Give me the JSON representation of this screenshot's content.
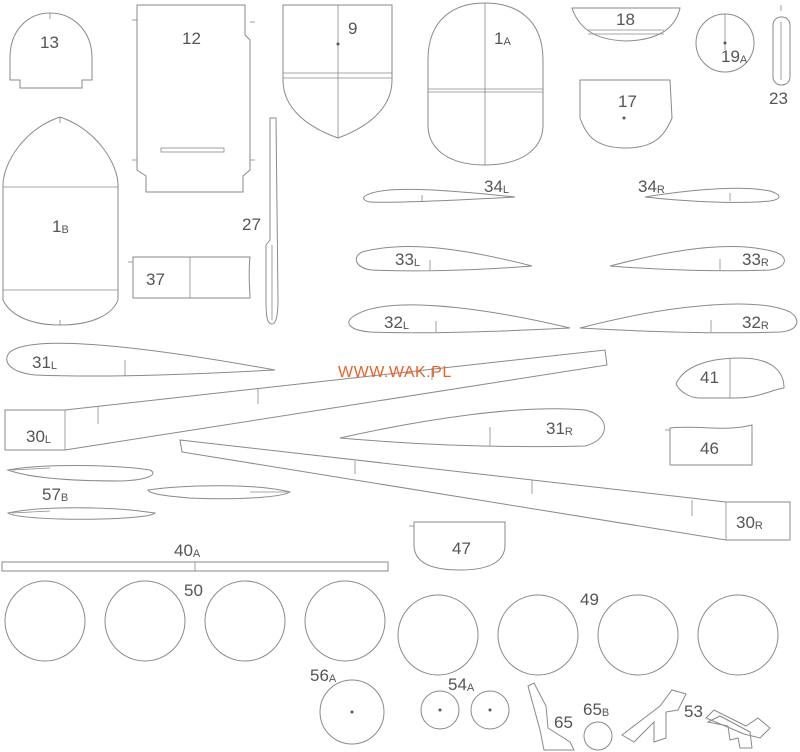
{
  "sheet": {
    "background": "#ffffff",
    "line_color": "#8a8a8a",
    "label_color": "#555555",
    "watermark_color": "#e8632a"
  },
  "watermark": "WWW.WAK.PL",
  "labels": {
    "p13": {
      "num": "13",
      "sub": ""
    },
    "p12": {
      "num": "12",
      "sub": ""
    },
    "p9": {
      "num": "9",
      "sub": ""
    },
    "p1a": {
      "num": "1",
      "sub": "A"
    },
    "p18": {
      "num": "18",
      "sub": ""
    },
    "p19a": {
      "num": "19",
      "sub": "A"
    },
    "p23": {
      "num": "23",
      "sub": ""
    },
    "p17": {
      "num": "17",
      "sub": ""
    },
    "p1b": {
      "num": "1",
      "sub": "B"
    },
    "p27": {
      "num": "27",
      "sub": ""
    },
    "p37": {
      "num": "37",
      "sub": ""
    },
    "p34l": {
      "num": "34",
      "sub": "L"
    },
    "p34r": {
      "num": "34",
      "sub": "R"
    },
    "p33l": {
      "num": "33",
      "sub": "L"
    },
    "p33r": {
      "num": "33",
      "sub": "R"
    },
    "p32l": {
      "num": "32",
      "sub": "L"
    },
    "p32r": {
      "num": "32",
      "sub": "R"
    },
    "p31l": {
      "num": "31",
      "sub": "L"
    },
    "p31r": {
      "num": "31",
      "sub": "R"
    },
    "p30l": {
      "num": "30",
      "sub": "L"
    },
    "p30r": {
      "num": "30",
      "sub": "R"
    },
    "p41": {
      "num": "41",
      "sub": ""
    },
    "p46": {
      "num": "46",
      "sub": ""
    },
    "p57b": {
      "num": "57",
      "sub": "B"
    },
    "p47": {
      "num": "47",
      "sub": ""
    },
    "p40a": {
      "num": "40",
      "sub": "A"
    },
    "p50": {
      "num": "50",
      "sub": ""
    },
    "p49": {
      "num": "49",
      "sub": ""
    },
    "p56a": {
      "num": "56",
      "sub": "A"
    },
    "p54a": {
      "num": "54",
      "sub": "A"
    },
    "p65": {
      "num": "65",
      "sub": ""
    },
    "p65b": {
      "num": "65",
      "sub": "B"
    },
    "p53": {
      "num": "53",
      "sub": ""
    }
  }
}
